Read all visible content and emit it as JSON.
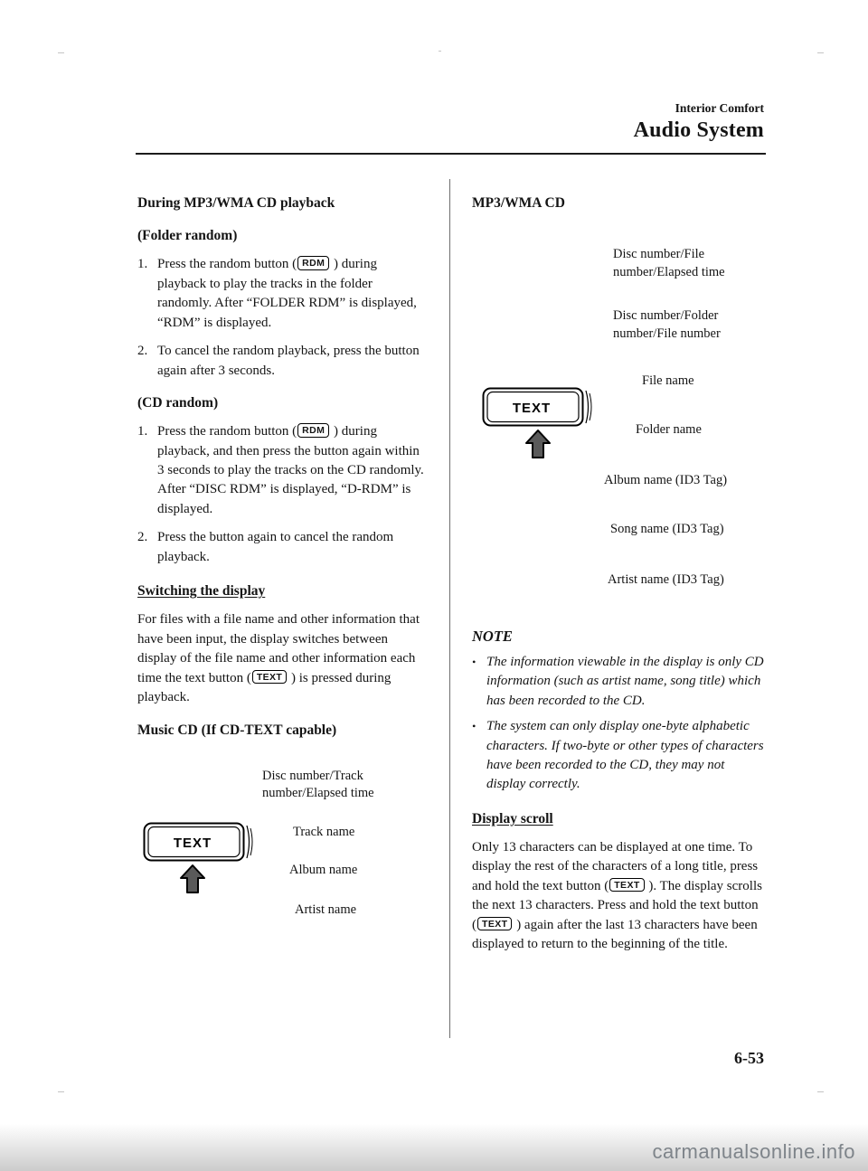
{
  "header": {
    "section": "Interior Comfort",
    "title": "Audio System"
  },
  "left": {
    "h_playback": "During MP3/WMA CD playback",
    "h_folder_random": "(Folder random)",
    "folder_items": [
      {
        "num": "1.",
        "pre": "Press the random button (",
        "key": "RDM",
        "post": " ) during playback to play the tracks in the folder randomly. After “FOLDER RDM” is displayed, “RDM” is displayed."
      },
      {
        "num": "2.",
        "text": "To cancel the random playback, press the button again after 3 seconds."
      }
    ],
    "h_cd_random": "(CD random)",
    "cd_items": [
      {
        "num": "1.",
        "pre": "Press the random button (",
        "key": "RDM",
        "post": " ) during playback, and then press the button again within 3 seconds to play the tracks on the CD randomly. After “DISC RDM” is displayed, “D-RDM” is displayed."
      },
      {
        "num": "2.",
        "text": "Press the button again to cancel the random playback."
      }
    ],
    "h_switching": "Switching the display",
    "switching": {
      "pre": "For files with a file name and other information that have been input, the display switches between display of the file name and other information each time the text button (",
      "key": "TEXT",
      "post": " ) is pressed during playback."
    },
    "h_music_cd": "Music CD (If CD-TEXT capable)",
    "music_diagram": {
      "caption_line1": "Disc number/Track",
      "caption_line2": "number/Elapsed time",
      "key_label": "TEXT",
      "labels": [
        "Track name",
        "Album name",
        "Artist name"
      ]
    }
  },
  "right": {
    "h_mp3": "MP3/WMA CD",
    "bullet": "•",
    "diagram": {
      "label1_line1": "Disc number/File",
      "label1_line2": "number/Elapsed time",
      "label2_line1": "Disc number/Folder",
      "label2_line2": "number/File number",
      "file_name": "File name",
      "key_label": "TEXT",
      "folder_name": "Folder name",
      "album": "Album name (ID3 Tag)",
      "song": "Song name (ID3 Tag)",
      "artist": "Artist name (ID3 Tag)"
    },
    "note_title": "NOTE",
    "notes": [
      "The information viewable in the display is only CD information (such as artist name, song title) which has been recorded to the CD.",
      "The system can only display one-byte alphabetic characters. If two-byte or other types of characters have been recorded to the CD, they may not display correctly."
    ],
    "h_display_scroll": "Display scroll",
    "scroll": {
      "p1": "Only 13 characters can be displayed at one time. To display the rest of the characters of a long title, press and hold the text button (",
      "key1": "TEXT",
      "p2": " ). The display scrolls the next 13 characters. Press and hold the text button (",
      "key2": "TEXT",
      "p3": " ) again after the last 13 characters have been displayed to return to the beginning of the title."
    }
  },
  "footer": {
    "page_number": "6-53",
    "watermark": "carmanualsonline.info"
  }
}
